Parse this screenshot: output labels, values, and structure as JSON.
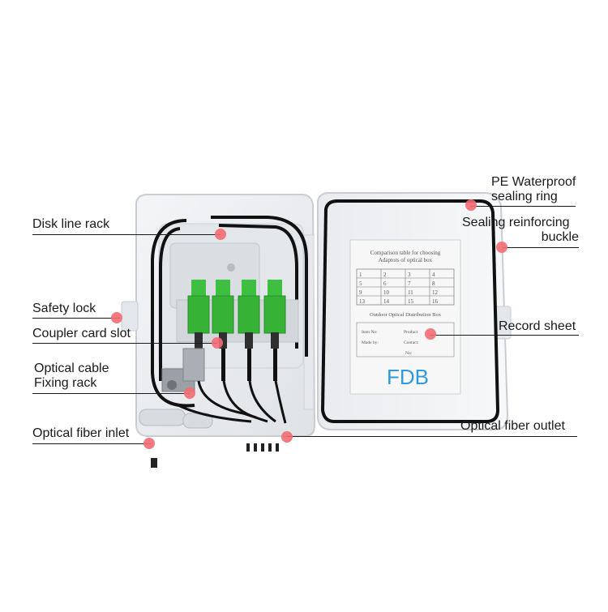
{
  "labels": {
    "disk_line_rack": "Disk line rack",
    "safety_lock": "Safety lock",
    "coupler_card_slot": "Coupler card slot",
    "optical_cable_line1": "Optical cable",
    "optical_cable_line2": "Fixing rack",
    "optical_fiber_inlet": "Optical fiber inlet",
    "pe_waterproof_line1": "PE Waterproof",
    "pe_waterproof_line2": "sealing ring",
    "sealing_buckle_line1": "Sealing reinforcing",
    "sealing_buckle_line2": "buckle",
    "record_sheet": "Record sheet",
    "optical_fiber_outlet": "Optical fiber outlet"
  },
  "record_sheet": {
    "title_line1": "Comparison table for choosing",
    "title_line2": "Adaptors of optical box",
    "table": [
      [
        "1",
        "2",
        "3",
        "4"
      ],
      [
        "5",
        "6",
        "7",
        "8"
      ],
      [
        "9",
        "10",
        "11",
        "12"
      ],
      [
        "13",
        "14",
        "15",
        "16"
      ]
    ],
    "subtitle": "Outdoor Optical Distribution Box",
    "field_item_no": "Item No:",
    "field_made_by": "Made by:",
    "field_product": "Product",
    "field_contact": "Contact:",
    "field_no": "No:",
    "brand": "FDB"
  },
  "colors": {
    "marker": "#f26b73",
    "adapter_green": "#3fbf3f",
    "enclosure": "#eceef0",
    "brand_text": "#2e9be0"
  }
}
